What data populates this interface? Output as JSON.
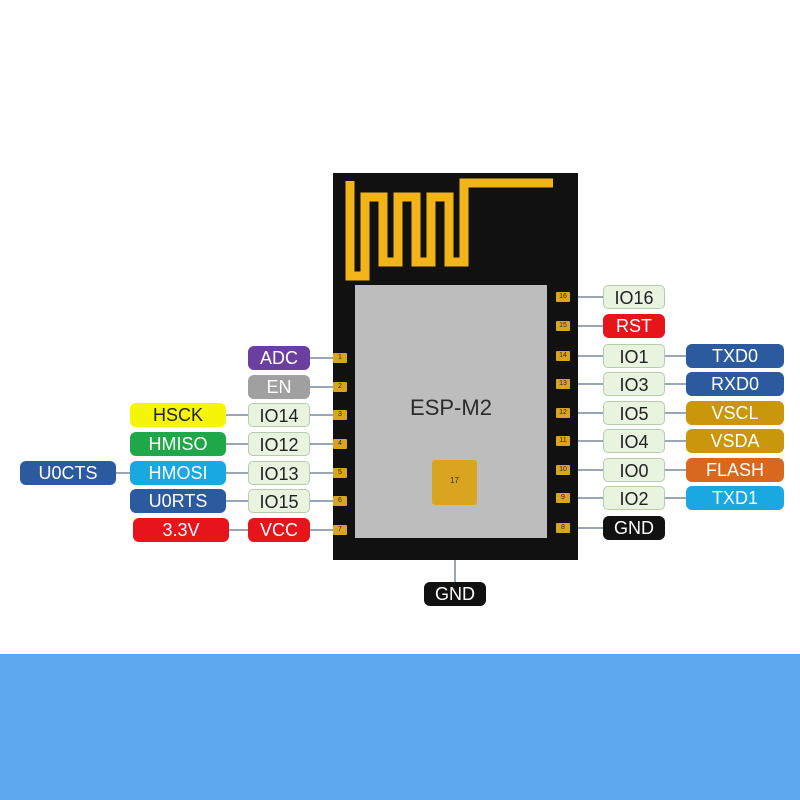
{
  "module_name": "ESP-M2",
  "center_pad": {
    "number": "17",
    "label": "GND",
    "color": "#111111",
    "text_color": "#ffffff"
  },
  "left_pins": [
    {
      "number": "1",
      "functions": [
        {
          "text": "ADC",
          "bg": "#6b3fa0",
          "fg": "#ffffff"
        }
      ]
    },
    {
      "number": "2",
      "functions": [
        {
          "text": "EN",
          "bg": "#a0a0a0",
          "fg": "#ffffff"
        }
      ]
    },
    {
      "number": "3",
      "functions": [
        {
          "text": "IO14",
          "io": true
        },
        {
          "text": "HSCK",
          "bg": "#f5f50a",
          "fg": "#222222"
        }
      ]
    },
    {
      "number": "4",
      "functions": [
        {
          "text": "IO12",
          "io": true
        },
        {
          "text": "HMISO",
          "bg": "#1ea84a",
          "fg": "#ffffff"
        }
      ]
    },
    {
      "number": "5",
      "functions": [
        {
          "text": "IO13",
          "io": true
        },
        {
          "text": "HMOSI",
          "bg": "#1aa8e0",
          "fg": "#ffffff"
        },
        {
          "text": "U0CTS",
          "bg": "#2c5a9e",
          "fg": "#ffffff"
        }
      ]
    },
    {
      "number": "6",
      "functions": [
        {
          "text": "IO15",
          "io": true
        },
        {
          "text": "U0RTS",
          "bg": "#2c5a9e",
          "fg": "#ffffff"
        }
      ]
    },
    {
      "number": "7",
      "functions": [
        {
          "text": "VCC",
          "bg": "#e8141c",
          "fg": "#ffffff"
        },
        {
          "text": "3.3V",
          "bg": "#e8141c",
          "fg": "#ffffff"
        }
      ]
    }
  ],
  "right_pins": [
    {
      "number": "16",
      "functions": [
        {
          "text": "IO16",
          "io": true
        }
      ]
    },
    {
      "number": "15",
      "functions": [
        {
          "text": "RST",
          "bg": "#e8141c",
          "fg": "#ffffff"
        }
      ]
    },
    {
      "number": "14",
      "functions": [
        {
          "text": "IO1",
          "io": true
        },
        {
          "text": "TXD0",
          "bg": "#2c5a9e",
          "fg": "#ffffff"
        }
      ]
    },
    {
      "number": "13",
      "functions": [
        {
          "text": "IO3",
          "io": true
        },
        {
          "text": "RXD0",
          "bg": "#2c5a9e",
          "fg": "#ffffff"
        }
      ]
    },
    {
      "number": "12",
      "functions": [
        {
          "text": "IO5",
          "io": true
        },
        {
          "text": "VSCL",
          "bg": "#c9960c",
          "fg": "#ffffff"
        }
      ]
    },
    {
      "number": "11",
      "functions": [
        {
          "text": "IO4",
          "io": true
        },
        {
          "text": "VSDA",
          "bg": "#c9960c",
          "fg": "#ffffff"
        }
      ]
    },
    {
      "number": "10",
      "functions": [
        {
          "text": "IO0",
          "io": true
        },
        {
          "text": "FLASH",
          "bg": "#d8681e",
          "fg": "#ffffff"
        }
      ]
    },
    {
      "number": "9",
      "functions": [
        {
          "text": "IO2",
          "io": true
        },
        {
          "text": "TXD1",
          "bg": "#1aa8e0",
          "fg": "#ffffff"
        }
      ]
    },
    {
      "number": "8",
      "functions": [
        {
          "text": "GND",
          "bg": "#111111",
          "fg": "#ffffff"
        }
      ]
    }
  ],
  "colors": {
    "pad": "#d9a520",
    "module_body": "#111111",
    "shield": "#bdbdbd",
    "band": "#5ea8ef",
    "leader": "#9aa7b8"
  }
}
